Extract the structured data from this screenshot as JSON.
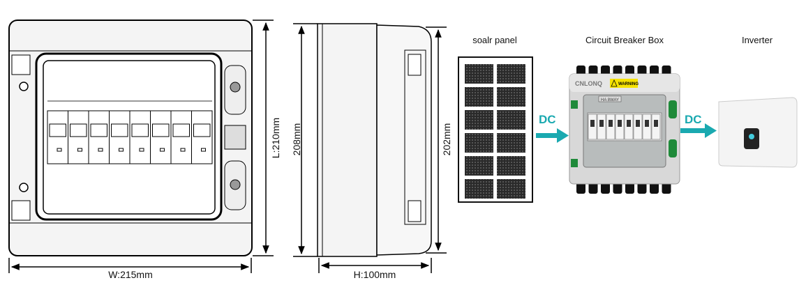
{
  "front_view": {
    "width_label": "W:215mm",
    "length_label": "L:210mm"
  },
  "side_view": {
    "height_left_label": "208mm",
    "height_right_label": "202mm",
    "depth_label": "H:100mm"
  },
  "system": {
    "solar_panel_label": "soalr panel",
    "breaker_box_label": "Circuit Breaker Box",
    "inverter_label": "Inverter",
    "dc_label_1": "DC",
    "dc_label_2": "DC",
    "box_brand": "CNLONQ",
    "warning_text": "WARNING",
    "box_model": "HA 8WAY",
    "accent_color": "#1aa9b0"
  }
}
